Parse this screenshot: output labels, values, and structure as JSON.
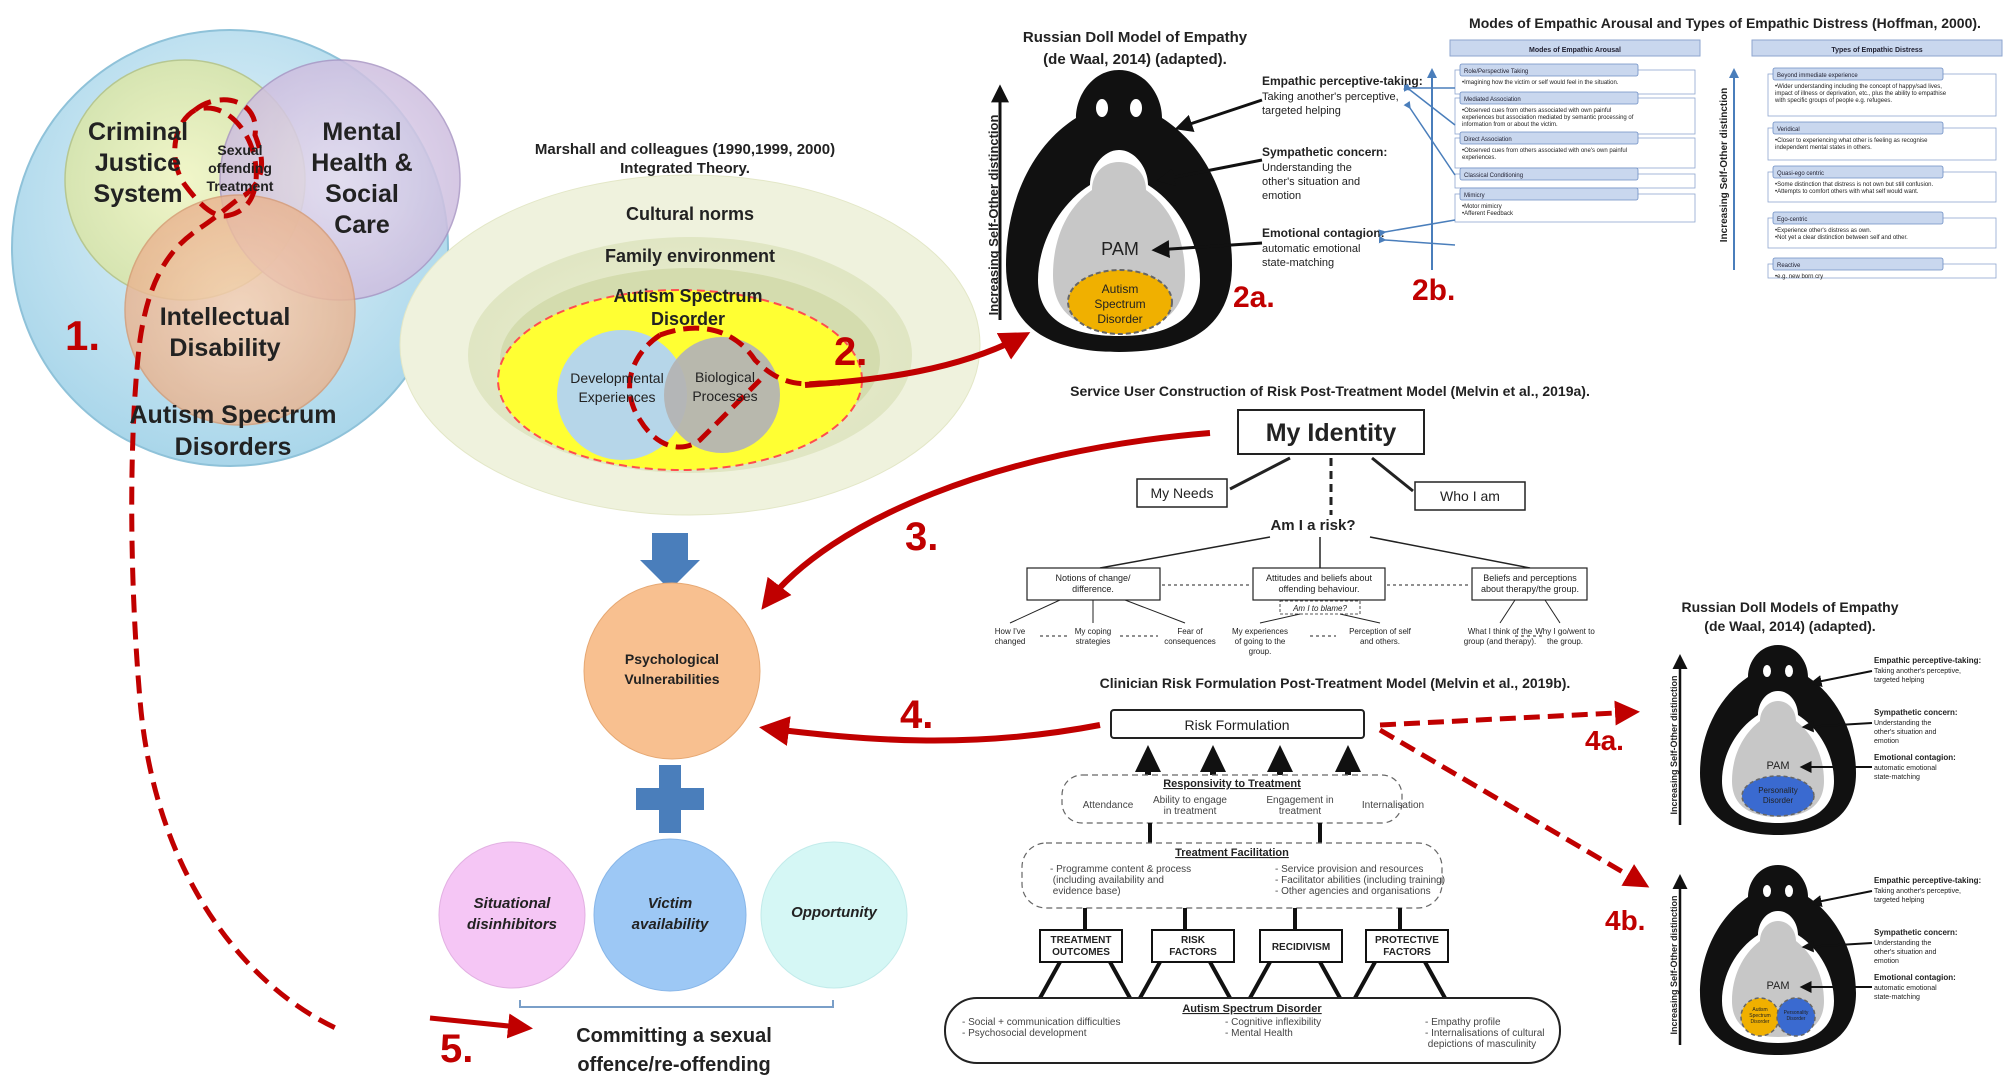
{
  "panel1": {
    "criminal_justice": [
      "Criminal",
      "Justice",
      "System"
    ],
    "mental_health": [
      "Mental",
      "Health &",
      "Social",
      "Care"
    ],
    "intellectual_disability": [
      "Intellectual",
      "Disability"
    ],
    "autism": [
      "Autism Spectrum",
      "Disorders"
    ],
    "treatment": [
      "Sexual",
      "offending",
      "Treatment"
    ],
    "number": "1."
  },
  "marshall": {
    "title": [
      "Marshall and colleagues (1990,1999, 2000)",
      "Integrated Theory."
    ],
    "cultural_norms": "Cultural norms",
    "family_env": "Family environment",
    "asd": [
      "Autism Spectrum",
      "Disorder"
    ],
    "developmental": [
      "Developmental",
      "Experiences"
    ],
    "biological": [
      "Biological",
      "Processes"
    ],
    "number": "2."
  },
  "doll_main": {
    "title": [
      "Russian Doll Model of Empathy",
      "(de Waal, 2014) (adapted)."
    ],
    "axis": "Increasing Self-Other distinction",
    "pam": "PAM",
    "core": [
      "Autism",
      "Spectrum",
      "Disorder"
    ],
    "perspective_title": "Empathic perceptive-taking:",
    "perspective_text": [
      "Taking another's perceptive,",
      "targeted helping"
    ],
    "sympathetic_title": "Sympathetic concern:",
    "sympathetic_text": [
      "Understanding the",
      "other's situation and",
      "emotion"
    ],
    "contagion_title": "Emotional contagion:",
    "contagion_text": [
      "automatic emotional",
      "state-matching"
    ],
    "number": "2a."
  },
  "hoffman": {
    "title": "Modes of Empathic Arousal and Types of Empathic Distress (Hoffman, 2000).",
    "col1": "Modes of Empathic Arousal",
    "col2": "Types of Empathic Distress",
    "axis": "Increasing Self-Other distinction",
    "modes": [
      {
        "label": "Role/Perspective Taking",
        "text": [
          "•Imagining how the victim or self would feel in the situation."
        ]
      },
      {
        "label": "Mediated Association",
        "text": [
          "•Observed cues from others associated with own painful",
          "experiences but association mediated by semantic processing of",
          "information from or about the victim."
        ]
      },
      {
        "label": "Direct Association",
        "text": [
          "•Observed cues from others associated with one's own painful",
          "experiences."
        ]
      },
      {
        "label": "Classical Conditioning",
        "text": [
          ""
        ]
      },
      {
        "label": "Mimicry",
        "text": [
          "•Motor mimicry",
          "•Afferent Feedback"
        ]
      }
    ],
    "types": [
      {
        "label": "Beyond immediate experience",
        "text": [
          "•Wider understanding including the concept of happy/sad lives,",
          "impact of illness or deprivation, etc., plus  the ability to empathise",
          "with specific groups of people e.g. refugees."
        ]
      },
      {
        "label": "Veridical",
        "text": [
          "•Closer to experiencing what other is feeling as recognise",
          "independent mental states in others."
        ]
      },
      {
        "label": "Quasi-ego centric",
        "text": [
          "•Some distinction that distress is not own but still confusion.",
          "•Attempts to comfort others with what self would want."
        ]
      },
      {
        "label": "Ego-centric",
        "text": [
          "•Experience other's distress as own.",
          "•Not yet a clear distinction between self and other."
        ]
      },
      {
        "label": "Reactive",
        "text": [
          "•e.g. new born cry"
        ]
      }
    ],
    "number": "2b."
  },
  "service_user": {
    "title": "Service User Construction of Risk Post-Treatment Model (Melvin et al., 2019a).",
    "identity": "My Identity",
    "needs": "My Needs",
    "who": "Who I am",
    "risk": "Am I a risk?",
    "box1": [
      "Notions of change/",
      "difference."
    ],
    "box2": [
      "Attitudes and beliefs about",
      "offending behaviour."
    ],
    "box3": [
      "Beliefs and perceptions",
      "about therapy/the group."
    ],
    "blame": "Am I to blame?",
    "leaves": [
      [
        "How I've",
        "changed"
      ],
      [
        "My coping",
        "strategies"
      ],
      [
        "Fear of",
        "consequences"
      ],
      [
        "My experiences",
        "of going to the",
        "group."
      ],
      [
        "Perception of self",
        "and others."
      ],
      [
        "What I think of the",
        "group (and therapy)."
      ],
      [
        "Why I go/went to",
        "the group."
      ]
    ],
    "number": "3."
  },
  "psych": {
    "label": [
      "Psychological",
      "Vulnerabilities"
    ]
  },
  "circles": {
    "situational": [
      "Situational",
      "disinhibitors"
    ],
    "victim": [
      "Victim",
      "availability"
    ],
    "opportunity": "Opportunity"
  },
  "outcome": {
    "label": [
      "Committing a sexual",
      "offence/re-offending"
    ],
    "number": "5."
  },
  "clinician": {
    "title": "Clinician Risk Formulation Post-Treatment Model (Melvin et al., 2019b).",
    "risk_formulation": "Risk Formulation",
    "responsivity": "Responsivity to Treatment",
    "resp_items": [
      [
        "Attendance"
      ],
      [
        "Ability to engage",
        "in treatment"
      ],
      [
        "Engagement in",
        "treatment"
      ],
      [
        "Internalisation"
      ]
    ],
    "facilitation": "Treatment Facilitation",
    "fac_left": [
      "- Programme content & process",
      "  (including availability and",
      "  evidence base)"
    ],
    "fac_right": [
      "- Service provision and resources",
      "- Facilitator abilities (including training)",
      "- Other agencies and organisations"
    ],
    "boxes": [
      [
        "TREATMENT",
        "OUTCOMES"
      ],
      [
        "RISK",
        "FACTORS"
      ],
      [
        "RECIDIVISM"
      ],
      [
        "PROTECTIVE",
        "FACTORS"
      ]
    ],
    "asd": "Autism Spectrum Disorder",
    "asd_col1": [
      "- Social + communication difficulties",
      "- Psychosocial development"
    ],
    "asd_col2": [
      "- Cognitive inflexibility",
      "- Mental Health"
    ],
    "asd_col3": [
      "- Empathy profile",
      "- Internalisations of cultural",
      "  depictions of masculinity"
    ],
    "number": "4."
  },
  "doll_small": {
    "title": [
      "Russian Doll Models of Empathy",
      "(de Waal, 2014) (adapted)."
    ],
    "axis": "Increasing Self-Other distinction",
    "pam": "PAM",
    "perspective_title": "Empathic perceptive-taking:",
    "perspective_text": [
      "Taking another's perceptive,",
      "targeted helping"
    ],
    "sympathetic_title": "Sympathetic concern:",
    "sympathetic_text": [
      "Understanding the",
      "other's situation and",
      "emotion"
    ],
    "contagion_title": "Emotional contagion:",
    "contagion_text": [
      "automatic emotional",
      "state-matching"
    ],
    "core_a": [
      "Personality",
      "Disorder"
    ],
    "core_b1": [
      "Autism",
      "Spectrum",
      "Disorder"
    ],
    "core_b2": [
      "Personality",
      "Disorder"
    ],
    "number_a": "4a.",
    "number_b": "4b."
  },
  "colors": {
    "red": "#c00000",
    "blue_arrow": "#4a7ebb",
    "psych_fill": "#f8c090",
    "situational_fill": "#f5c6f5",
    "victim_fill": "#9dc8f5",
    "opportunity_fill": "#d5f7f5",
    "asd_core": "#f0b000",
    "pd_core": "#3a6ad0"
  }
}
